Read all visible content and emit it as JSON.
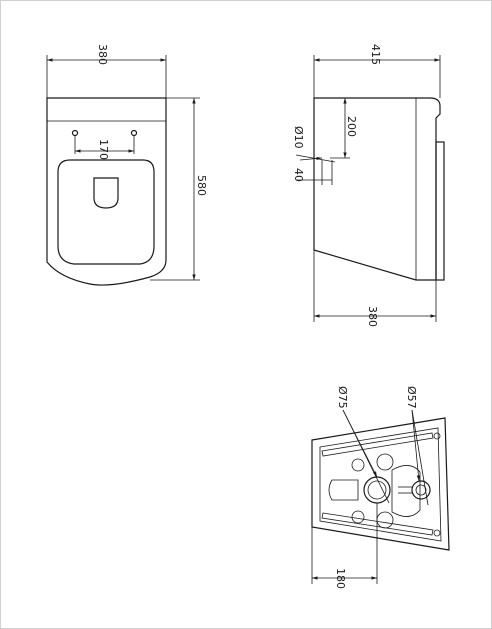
{
  "drawing": {
    "top_view": {
      "width_dim": "380",
      "depth_dim": "580",
      "bolt_spacing_dim": "170"
    },
    "side_view": {
      "depth_dim": "415",
      "height_dim": "200",
      "hole_diameter_dim": "Ø10",
      "offset_dim": "40",
      "bottom_dim": "380"
    },
    "bottom_view": {
      "waste_diameter_dim": "Ø75",
      "inlet_diameter_dim": "Ø57",
      "waste_offset_dim": "180"
    }
  }
}
